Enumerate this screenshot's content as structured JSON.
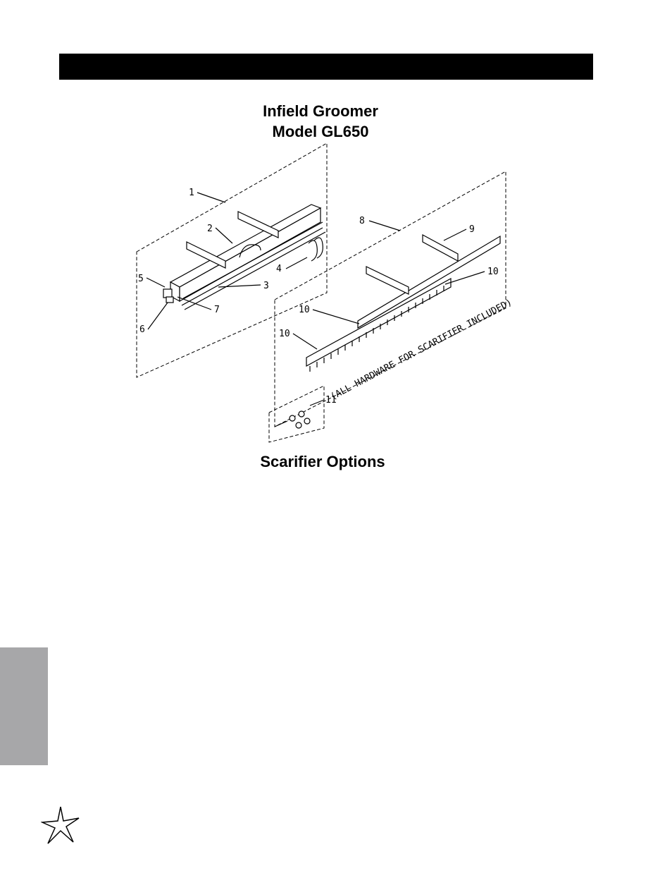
{
  "header": {
    "bar_color": "#000000"
  },
  "titles": {
    "line1": "Infield Groomer",
    "line2": "Model GL650",
    "scarifier": "Scarifier Options"
  },
  "diagram": {
    "callouts": [
      "1",
      "2",
      "3",
      "4",
      "5",
      "6",
      "7",
      "8",
      "9",
      "10",
      "10",
      "10",
      "11"
    ],
    "hardware_note": "(ALL HARDWARE FOR SCARIFIER INCLUDED)"
  },
  "side_tab": {
    "color": "#a7a7a9"
  },
  "logo": {
    "icon": "starburst-logo-icon"
  }
}
